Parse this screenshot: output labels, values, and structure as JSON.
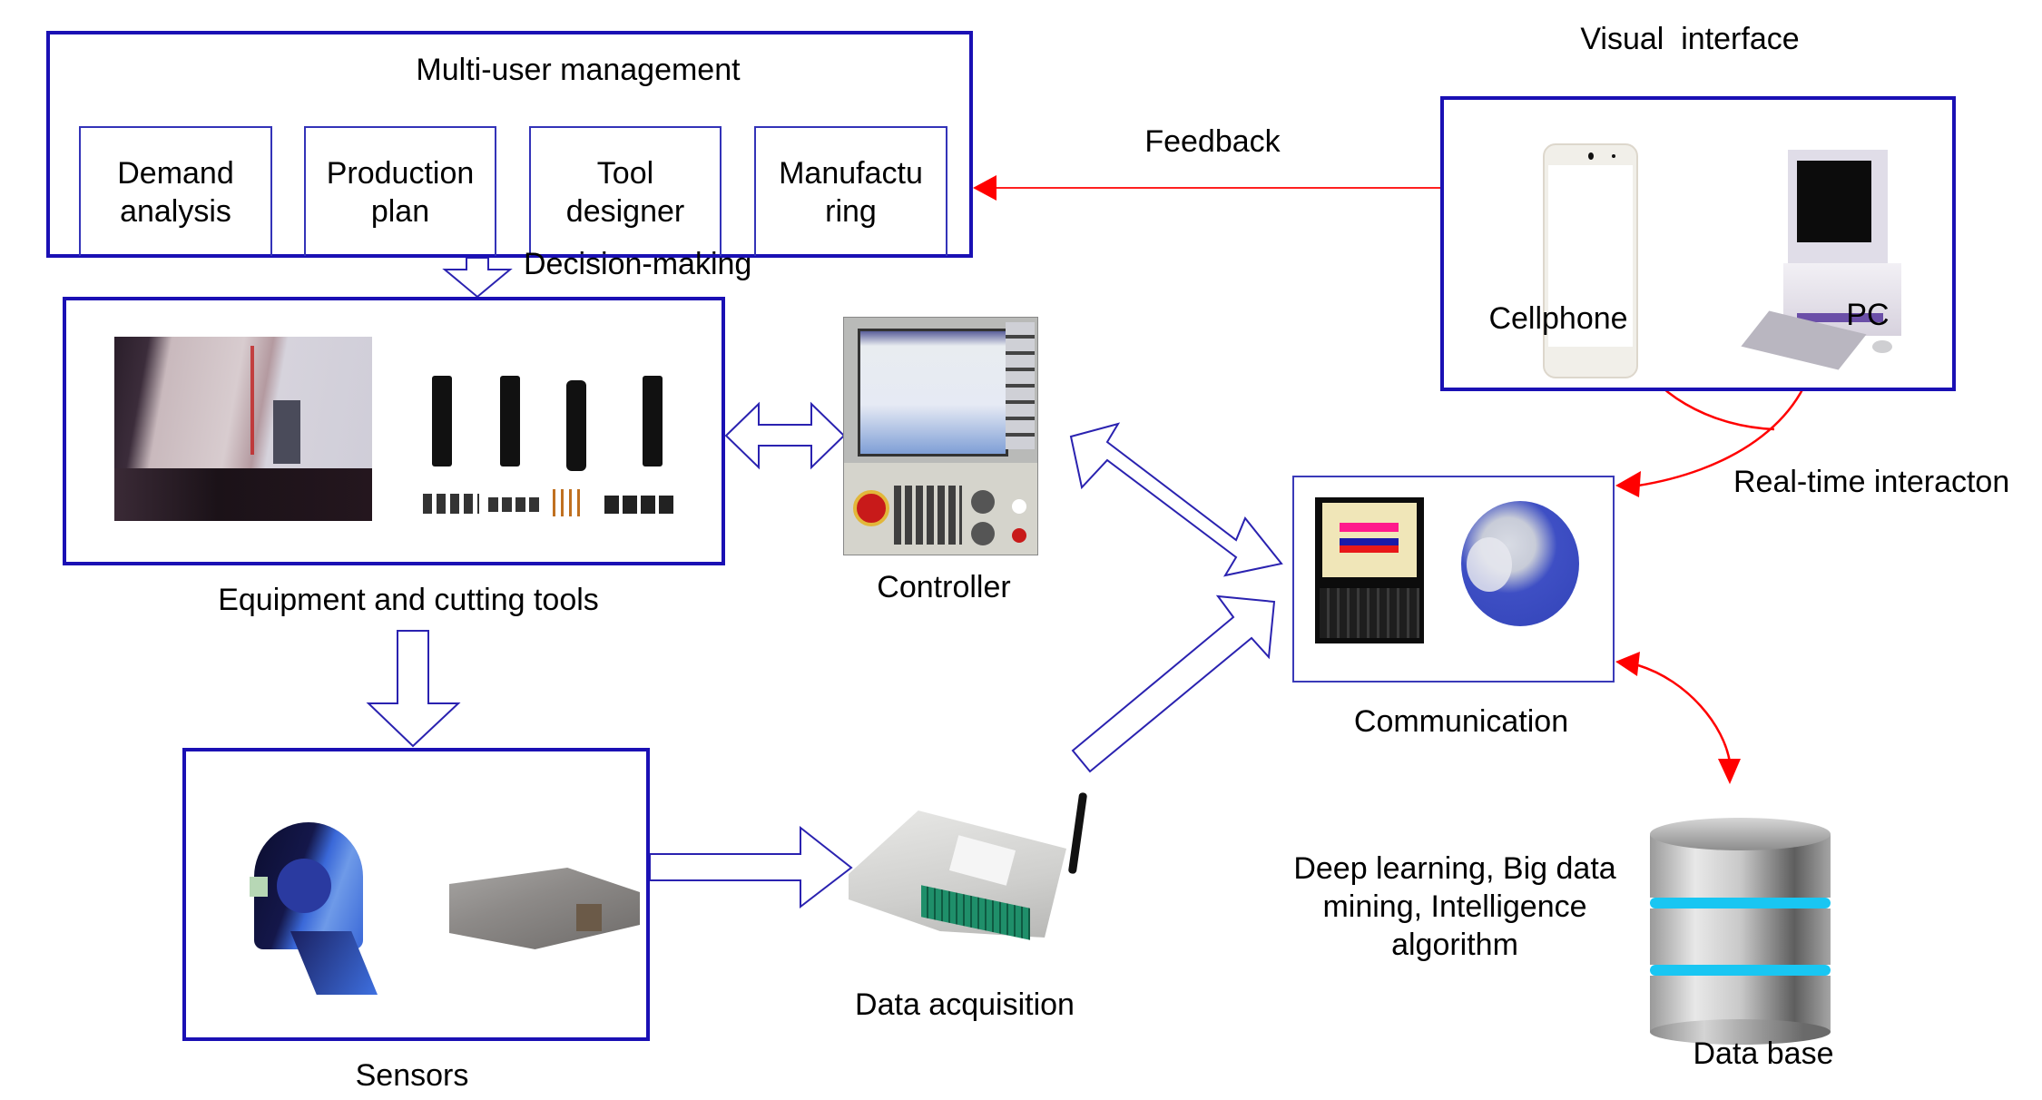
{
  "colors": {
    "box_border": "#1a10b4",
    "arrow_outline": "#2a22b0",
    "feedback_red": "#ff0000"
  },
  "multi_user": {
    "title": "Multi-user management",
    "items": [
      {
        "line1": "Demand",
        "line2": "analysis"
      },
      {
        "line1": "Production",
        "line2": "plan"
      },
      {
        "line1": "Tool",
        "line2": "designer"
      },
      {
        "line1": "Manufactu",
        "line2": "ring"
      }
    ]
  },
  "decision_label": "Decision-making",
  "feedback_label": "Feedback",
  "equipment": {
    "label": "Equipment and cutting tools",
    "machine_icon": "cnc-machine-photo",
    "tools_icon": "cutting-tools-photo"
  },
  "controller": {
    "label": "Controller",
    "icon": "cnc-controller-panel"
  },
  "sensors": {
    "label": "Sensors",
    "icons": [
      "current-sensor",
      "force-sensor"
    ]
  },
  "data_acquisition": {
    "label": "Data acquisition",
    "icon": "daq-device"
  },
  "visual_interface": {
    "title": "Visual  interface",
    "cellphone_label": "Cellphone",
    "pc_label": "PC"
  },
  "realtime_label": "Real-time interacton",
  "communication": {
    "label": "Communication",
    "icons": [
      "laptop",
      "globe"
    ]
  },
  "analytics_text": {
    "line1": "Deep learning, Big data",
    "line2": "mining, Intelligence",
    "line3": "algorithm"
  },
  "database": {
    "label": "Data base",
    "icon": "database-cylinder"
  }
}
